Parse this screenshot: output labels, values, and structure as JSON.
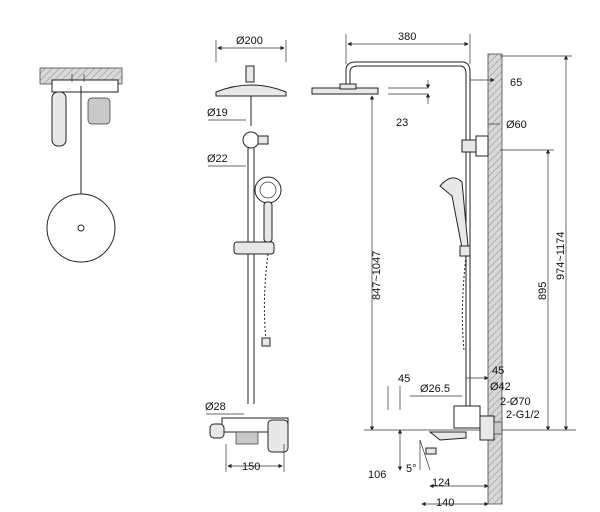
{
  "dimensions": {
    "head_diameter": "Ø200",
    "arm_length": "380",
    "arm_offset": "65",
    "head_thickness": "23",
    "pipe_diameter_top": "Ø19",
    "pipe_diameter_mid": "Ø22",
    "bracket_diameter": "Ø60",
    "slide_height": "847~1047",
    "total_height": "974~1174",
    "mixer_height": "895",
    "rail_top": "45",
    "pipe_diameter_base": "Ø26.5",
    "mixer_offset": "45",
    "outlet_diameter": "Ø42",
    "flange_diameter": "2-Ø70",
    "thread": "2-G1/2",
    "base_diameter": "Ø28",
    "mixer_width": "150",
    "spout_height": "106",
    "spout_angle": "5°",
    "spout_depth": "124",
    "spout_length": "140"
  }
}
